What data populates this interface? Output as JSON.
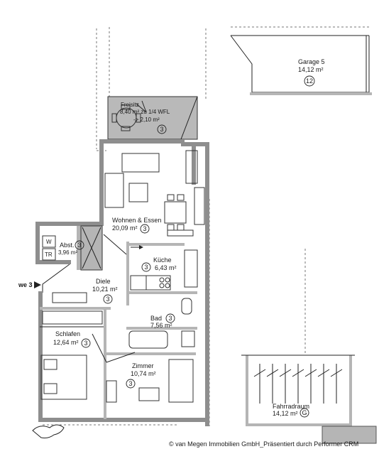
{
  "rooms": {
    "freisitz": {
      "name": "Freisitz",
      "area": "8,40 m² zu 1/4 WFL",
      "area_net": "-> 2,10 m²",
      "unit": "3"
    },
    "garage": {
      "name": "Garage 5",
      "area": "14,12 m²",
      "unit": "12"
    },
    "wohnen": {
      "name": "Wohnen & Essen",
      "area": "20,09 m²",
      "unit": "3"
    },
    "abst": {
      "name": "Abst.",
      "area": "3,96 m²",
      "unit": "3",
      "w_label": "W",
      "tr_label": "TR"
    },
    "kueche": {
      "name": "Küche",
      "area": "6,43 m²",
      "unit": "3"
    },
    "diele": {
      "name": "Diele",
      "area": "10,21 m²",
      "unit": "3"
    },
    "bad": {
      "name": "Bad",
      "area": "7,56 m²",
      "unit": "3"
    },
    "schlafen": {
      "name": "Schlafen",
      "area": "12,64 m²",
      "unit": "3"
    },
    "zimmer": {
      "name": "Zimmer",
      "area": "10,74 m²",
      "unit": "3"
    },
    "fahrradraum": {
      "name": "Fahrradraum",
      "area": "14,12 m²",
      "unit": "G"
    }
  },
  "entrance": {
    "label": "we 3"
  },
  "footer": {
    "copyright": "© van Megen Immobilien GmbH_Präsentiert durch Performer CRM"
  }
}
